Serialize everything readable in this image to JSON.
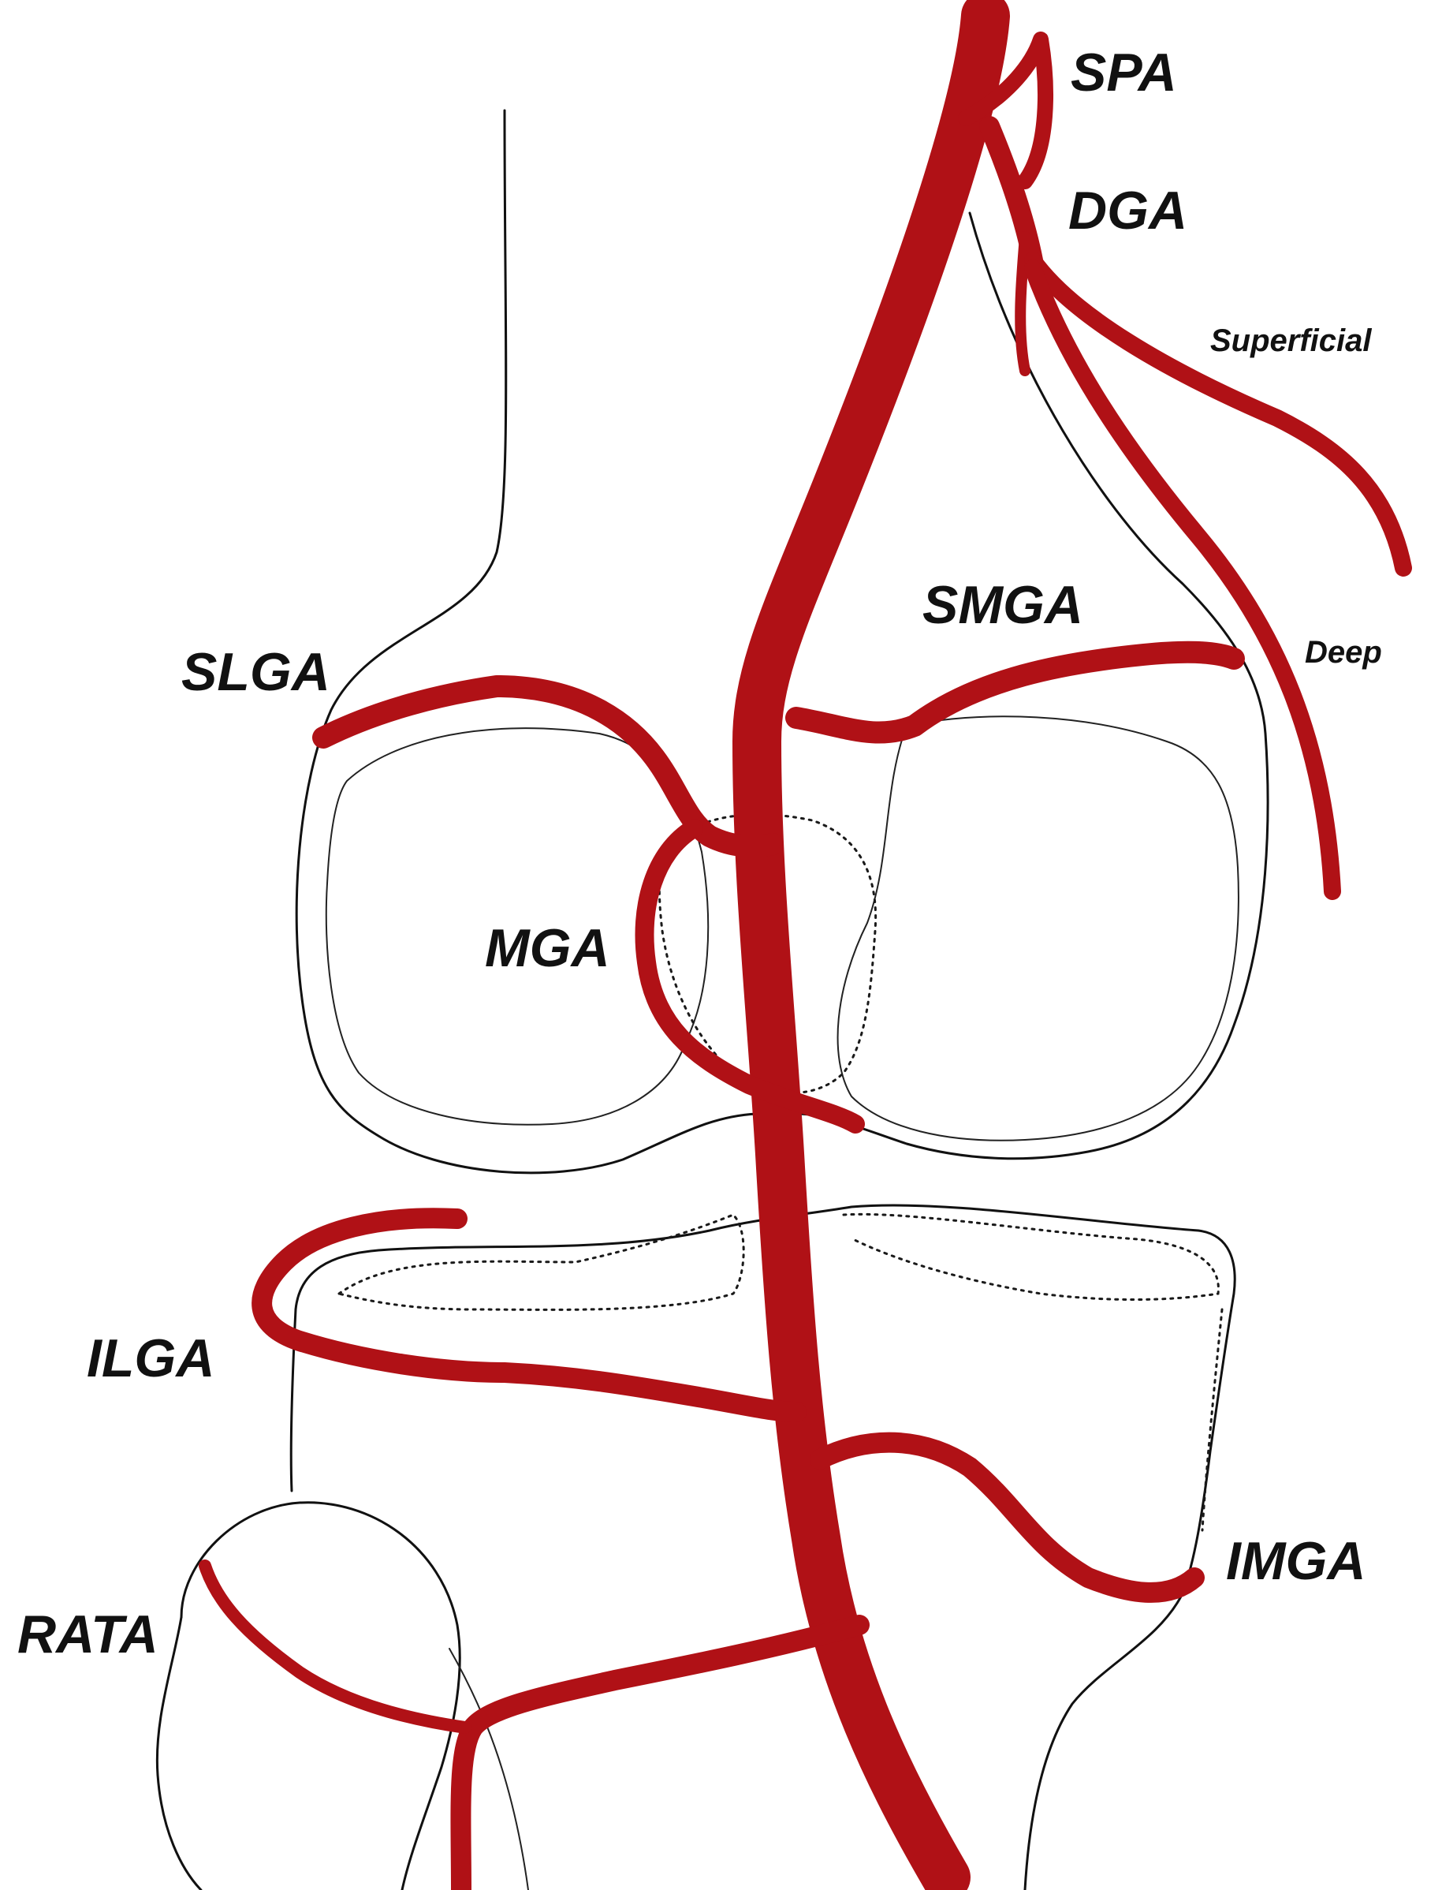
{
  "diagram": {
    "artery_color": "#b01116",
    "labels": {
      "spa": "SPA",
      "dga": "DGA",
      "superficial": "Superficial",
      "deep": "Deep",
      "smga": "SMGA",
      "slga": "SLGA",
      "mga": "MGA",
      "ilga": "ILGA",
      "imga": "IMGA",
      "rata": "RATA"
    }
  }
}
